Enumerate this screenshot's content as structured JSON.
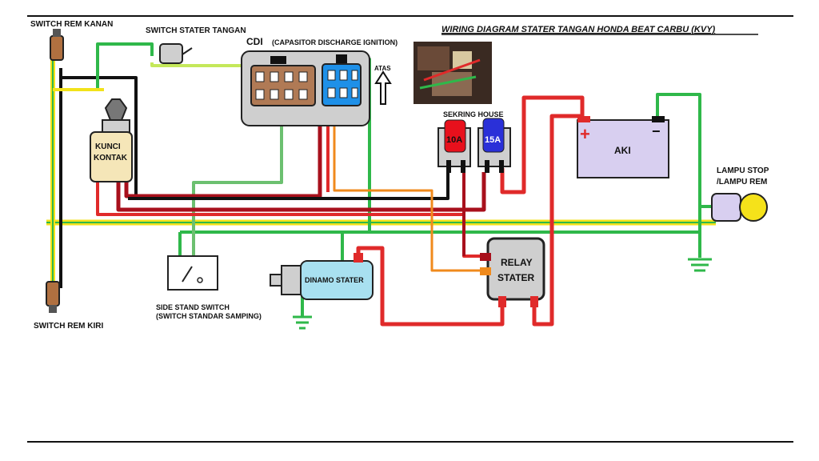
{
  "title": "WIRING DIAGRAM STATER TANGAN HONDA BEAT CARBU (KVY)",
  "labels": {
    "switch_rem_kanan": "SWITCH REM KANAN",
    "switch_rem_kiri": "SWITCH REM KIRI",
    "switch_stater_tangan": "SWITCH STATER TANGAN",
    "cdi": "CDI",
    "cdi_full": "(CAPASITOR DISCHARGE IGNITION)",
    "atas": "ATAS",
    "kunci": "KUNCI",
    "kontak": "KONTAK",
    "sekring_house": "SEKRING HOUSE",
    "fuse_10a": "10A",
    "fuse_15a": "15A",
    "aki": "AKI",
    "aki_plus": "+",
    "aki_minus": "−",
    "lampu_stop": "LAMPU STOP",
    "lampu_rem": "/LAMPU REM",
    "side_stand_switch": "SIDE STAND SWITCH",
    "switch_standar_samping": "(SWITCH STANDAR SAMPING)",
    "dinamo_stater": "DINAMO STATER",
    "relay": "RELAY",
    "stater": "STATER"
  },
  "colors": {
    "wire_red": "#e02a2a",
    "wire_dark_red": "#a8101c",
    "wire_green": "#2fb84a",
    "wire_yellow": "#f2e21a",
    "wire_black": "#111111",
    "wire_orange": "#f08a1c",
    "component_gray": "#cfcfcf",
    "aki_fill": "#d8cff0",
    "fuse_10a": "#e8101c",
    "fuse_15a": "#2a30d8",
    "dinamo_fill": "#a8e0f0",
    "kunci_fill": "#f5e6b8",
    "lamp_yellow": "#f5e21a"
  }
}
